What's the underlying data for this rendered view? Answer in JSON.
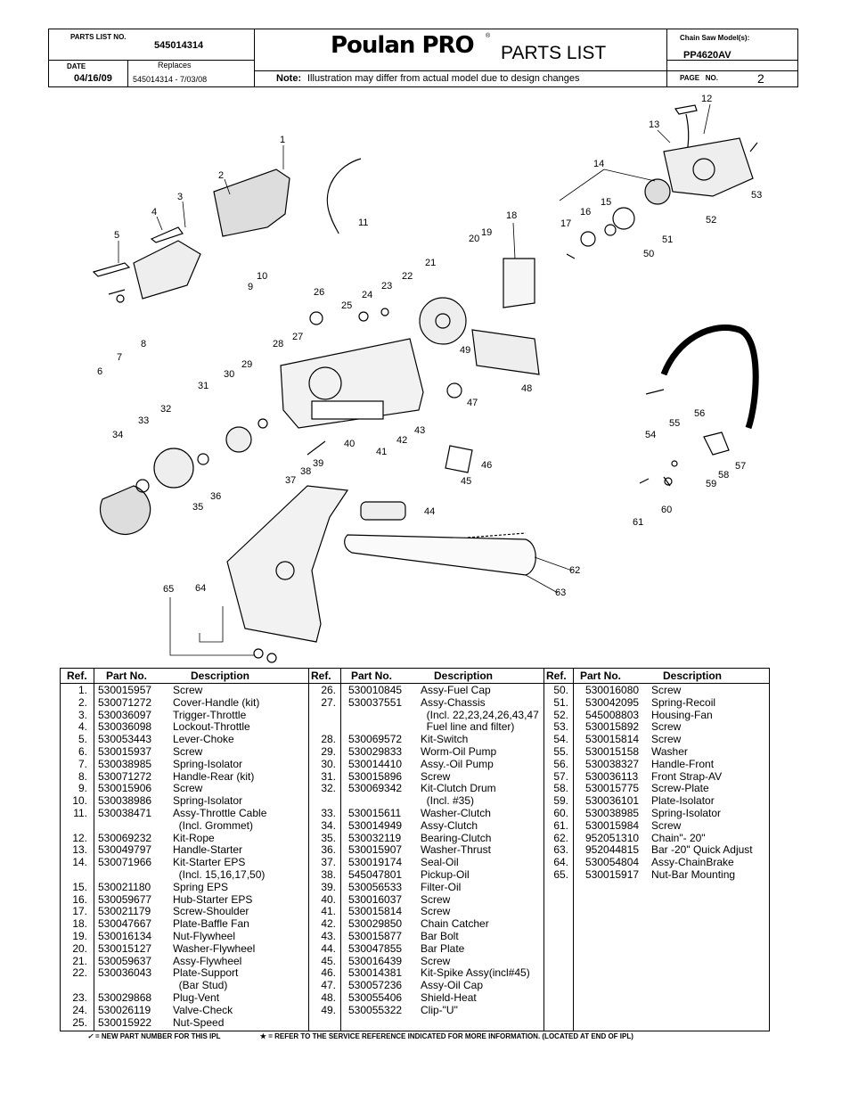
{
  "header": {
    "parts_list_no_label": "PARTS LIST NO.",
    "parts_list_no": "545014314",
    "date_label": "DATE",
    "date": "04/16/09",
    "replaces_label": "Replaces",
    "replaces": "545014314 - 7/03/08",
    "brand": "Poulan PRO",
    "title": "PARTS LIST",
    "note_label": "Note:",
    "note": "Illustration may differ from actual model due to design changes",
    "model_label": "Chain Saw Model(s):",
    "model": "PP4620AV",
    "page_label": "PAGE   NO.",
    "page": "2"
  },
  "diagram": {
    "callouts": [
      "1",
      "2",
      "3",
      "4",
      "5",
      "6",
      "7",
      "8",
      "9",
      "10",
      "11",
      "12",
      "13",
      "14",
      "15",
      "16",
      "17",
      "18",
      "19",
      "20",
      "21",
      "22",
      "23",
      "24",
      "25",
      "26",
      "27",
      "28",
      "29",
      "30",
      "31",
      "32",
      "33",
      "34",
      "35",
      "36",
      "37",
      "38",
      "39",
      "40",
      "41",
      "42",
      "43",
      "44",
      "45",
      "46",
      "47",
      "48",
      "49",
      "50",
      "51",
      "52",
      "53",
      "54",
      "55",
      "56",
      "57",
      "58",
      "59",
      "60",
      "61",
      "62",
      "63",
      "64",
      "65"
    ]
  },
  "table": {
    "headers": [
      "Ref.",
      "Part  No.",
      "Description"
    ],
    "col1": {
      "ref": [
        "1.",
        "2.",
        "3.",
        "4.",
        "5.",
        "6.",
        "7.",
        "8.",
        "9.",
        "10.",
        "11.",
        "",
        "12.",
        "13.",
        "14.",
        "",
        "15.",
        "16.",
        "17.",
        "18.",
        "19.",
        "20.",
        "21.",
        "22.",
        "",
        "23.",
        "24.",
        "25."
      ],
      "part": [
        "530015957",
        "530071272",
        "530036097",
        "530036098",
        "530053443",
        "530015937",
        "530038985",
        "530071272",
        "530015906",
        "530038986",
        "530038471",
        "",
        "530069232",
        "530049797",
        "530071966",
        "",
        "530021180",
        "530059677",
        "530021179",
        "530047667",
        "530016134",
        "530015127",
        "530059637",
        "530036043",
        "",
        "530029868",
        "530026119",
        "530015922"
      ],
      "desc": [
        "Screw",
        "Cover-Handle (kit)",
        "Trigger-Throttle",
        "Lockout-Throttle",
        "Lever-Choke",
        "Screw",
        "Spring-Isolator",
        "Handle-Rear (kit)",
        "Screw",
        "Spring-Isolator",
        "Assy-Throttle Cable",
        "  (Incl. Grommet)",
        "Kit-Rope",
        "Handle-Starter",
        "Kit-Starter EPS",
        "  (Incl. 15,16,17,50)",
        "Spring EPS",
        "Hub-Starter EPS",
        "Screw-Shoulder",
        "Plate-Baffle Fan",
        "Nut-Flywheel",
        "Washer-Flywheel",
        "Assy-Flywheel",
        "Plate-Support",
        "  (Bar Stud)",
        "Plug-Vent",
        "Valve-Check",
        "Nut-Speed"
      ]
    },
    "col2": {
      "ref": [
        "26.",
        "27.",
        "",
        "",
        "28.",
        "29.",
        "30.",
        "31.",
        "32.",
        "",
        "33.",
        "34.",
        "35.",
        "36.",
        "37.",
        "38.",
        "39.",
        "40.",
        "41.",
        "42.",
        "43.",
        "44.",
        "45.",
        "46.",
        "47.",
        "48.",
        "49."
      ],
      "part": [
        "530010845",
        "530037551",
        "",
        "",
        "530069572",
        "530029833",
        "530014410",
        "530015896",
        "530069342",
        "",
        "530015611",
        "530014949",
        "530032119",
        "530015907",
        "530019174",
        "545047801",
        "530056533",
        "530016037",
        "530015814",
        "530029850",
        "530015877",
        "530047855",
        "530016439",
        "530014381",
        "530057236",
        "530055406",
        "530055322"
      ],
      "desc": [
        "Assy-Fuel Cap",
        "Assy-Chassis",
        "  (Incl. 22,23,24,26,43,47",
        "  Fuel line and filter)",
        "Kit-Switch",
        "Worm-Oil Pump",
        "Assy.-Oil Pump",
        "Screw",
        "Kit-Clutch Drum",
        "  (Incl. #35)",
        "Washer-Clutch",
        "Assy-Clutch",
        "Bearing-Clutch",
        "Washer-Thrust",
        "Seal-Oil",
        "Pickup-Oil",
        "Filter-Oil",
        "Screw",
        "Screw",
        "Chain Catcher",
        "Bar Bolt",
        "Bar Plate",
        "Screw",
        "Kit-Spike Assy(incl#45)",
        "Assy-Oil Cap",
        "Shield-Heat",
        "Clip-\"U\""
      ]
    },
    "col3": {
      "ref": [
        "50.",
        "51.",
        "52.",
        "53.",
        "54.",
        "55.",
        "56.",
        "57.",
        "58.",
        "59.",
        "60.",
        "61.",
        "62.",
        "63.",
        "64.",
        "65."
      ],
      "part": [
        "530016080",
        "530042095",
        "545008803",
        "530015892",
        "530015814",
        "530015158",
        "530038327",
        "530036113",
        "530015775",
        "530036101",
        "530038985",
        "530015984",
        "952051310",
        "952044815",
        "530054804",
        "530015917"
      ],
      "desc": [
        "Screw",
        "Spring-Recoil",
        "Housing-Fan",
        "Screw",
        "Screw",
        "Washer",
        "Handle-Front",
        "Front Strap-AV",
        "Screw-Plate",
        "Plate-Isolator",
        "Spring-Isolator",
        "Screw",
        "Chain\"- 20\"",
        "Bar -20\" Quick Adjust",
        "Assy-ChainBrake",
        "Nut-Bar Mounting"
      ]
    }
  },
  "footer": {
    "check_symbol": "✓",
    "new_part_text": "= NEW PART NUMBER FOR THIS  IPL",
    "star_symbol": "★",
    "service_ref_text": "=  REFER TO THE SERVICE REFERENCE  INDICATED FOR MORE INFORMATION. (LOCATED AT END OF IPL)"
  }
}
